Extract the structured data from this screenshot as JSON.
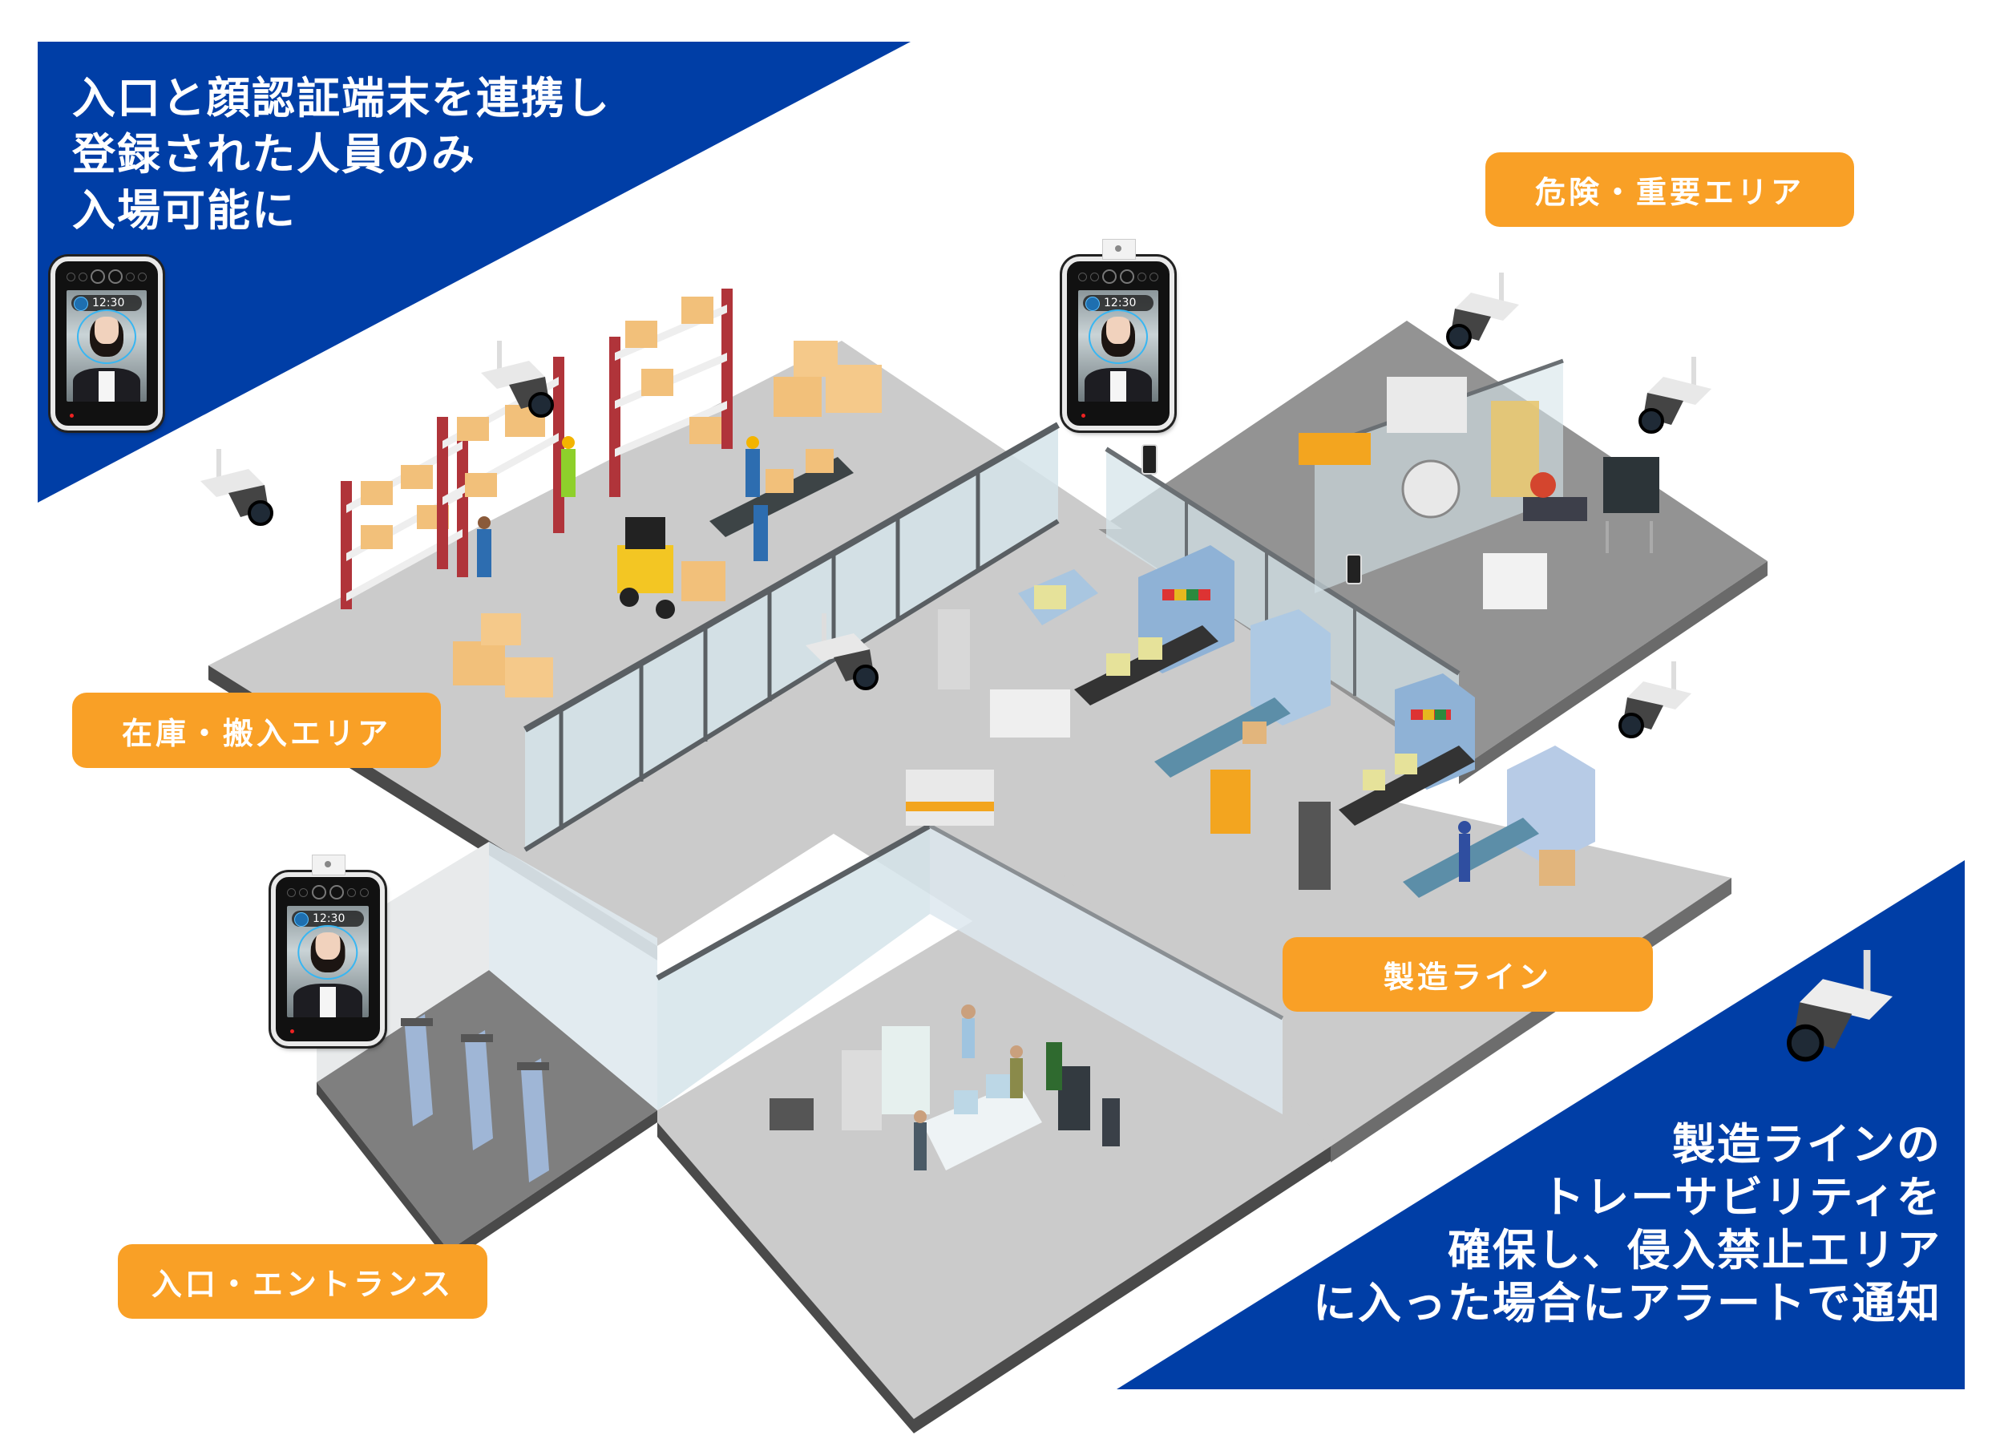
{
  "colors": {
    "banner_blue": "#003ea6",
    "label_orange": "#f9a026",
    "floor_light": "#c8c8c8",
    "floor_dark": "#8f8f8f",
    "floor_edge": "#4a4a4a",
    "glass": "#cfe2ea",
    "wall_frame": "#5a5f63",
    "text_white": "#ffffff"
  },
  "top_left_banner": {
    "lines": [
      "入口と顔認証端末を連携し",
      "登録された人員のみ",
      "入場可能に"
    ]
  },
  "bottom_right_banner": {
    "lines": [
      "製造ラインの",
      "トレーサビリティを",
      "確保し、侵入禁止エリア",
      "に入った場合にアラートで通知"
    ]
  },
  "zone_labels": {
    "danger_area": "危険・重要エリア",
    "storage_area": "在庫・搬入エリア",
    "production_line": "製造ライン",
    "entrance": "入口・エントランス"
  },
  "devices": [
    {
      "id": "face-terminal-banner",
      "clock": "12:30"
    },
    {
      "id": "face-terminal-gate",
      "clock": "12:30"
    },
    {
      "id": "face-terminal-entrance",
      "clock": "12:30"
    }
  ],
  "cameras": [
    {
      "id": "camera-storage-top"
    },
    {
      "id": "camera-storage-left"
    },
    {
      "id": "camera-storage-wall"
    },
    {
      "id": "camera-danger-1"
    },
    {
      "id": "camera-danger-2"
    },
    {
      "id": "camera-danger-3"
    },
    {
      "id": "camera-banner-large"
    }
  ]
}
